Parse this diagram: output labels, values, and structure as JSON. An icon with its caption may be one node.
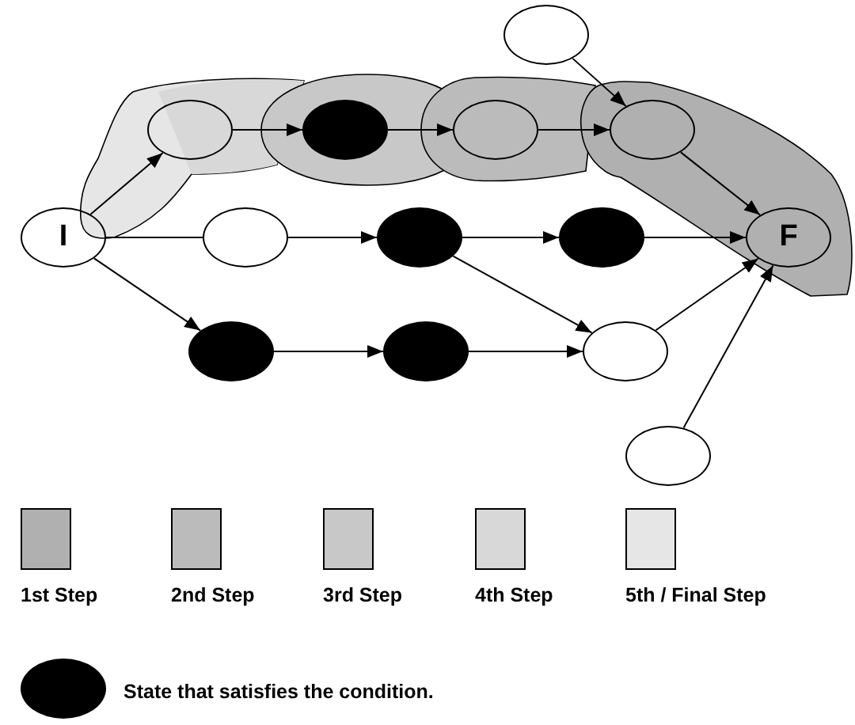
{
  "diagram": {
    "nodes": [
      {
        "text": [
          "I"
        ]
      },
      {
        "text": [],
        "shape": "ellipse"
      },
      {
        "text": [],
        "shape": "disc"
      },
      {
        "text": [],
        "shape": "ellipse"
      },
      {
        "text": [],
        "shape": "ellipse"
      },
      {
        "text": [],
        "shape": "ellipse"
      },
      {
        "text": [],
        "shape": "ellipse"
      },
      {
        "text": [],
        "shape": "disc"
      },
      {
        "text": [],
        "shape": "disc"
      },
      {
        "text": [
          "F"
        ]
      },
      {
        "text": [],
        "shape": "disc"
      },
      {
        "text": [],
        "shape": "disc"
      },
      {
        "text": [],
        "shape": "ellipse"
      },
      {
        "text": [],
        "shape": "ellipse"
      }
    ],
    "edges": [
      {
        "from": 0,
        "to": 1,
        "arrow": "to"
      },
      {
        "from": 1,
        "to": 2,
        "arrow": "to"
      },
      {
        "from": 2,
        "to": 3,
        "arrow": "to"
      },
      {
        "from": 3,
        "to": 4,
        "arrow": "to"
      },
      {
        "from": 5,
        "to": 4,
        "arrow": "to"
      },
      {
        "from": 4,
        "to": 9,
        "arrow": "to"
      },
      {
        "from": 0,
        "to": 6,
        "arrow": "none"
      },
      {
        "from": 6,
        "to": 7,
        "arrow": "to"
      },
      {
        "from": 7,
        "to": 8,
        "arrow": "to"
      },
      {
        "from": 8,
        "to": 9,
        "arrow": "to"
      },
      {
        "from": 0,
        "to": 10,
        "arrow": "to"
      },
      {
        "from": 10,
        "to": 11,
        "arrow": "to"
      },
      {
        "from": 11,
        "to": 12,
        "arrow": "to"
      },
      {
        "from": 7,
        "to": 12,
        "arrow": "to"
      },
      {
        "from": 12,
        "to": 9,
        "arrow": "to"
      },
      {
        "from": 13,
        "to": 9,
        "arrow": "to"
      }
    ],
    "legend": [
      {
        "text": "1st Step",
        "color": "#b0b0b0"
      },
      {
        "text": "2nd Step",
        "color": "#bbbbbb"
      },
      {
        "text": "3rd Step",
        "color": "#c8c8c8"
      },
      {
        "text": "4th Step",
        "color": "#d8d8d8"
      },
      {
        "text": "5th / Final Step",
        "color": "#e6e6e6"
      },
      {
        "text": "State that satisfies the condition."
      }
    ]
  }
}
